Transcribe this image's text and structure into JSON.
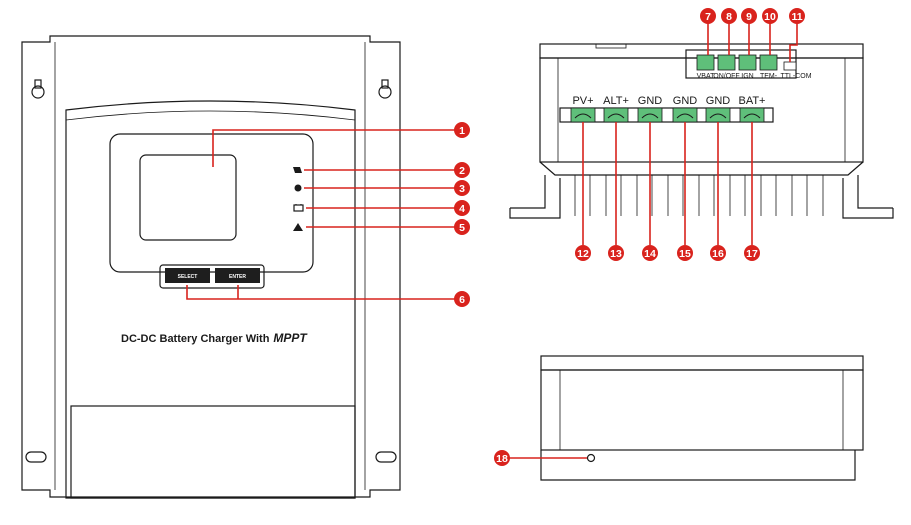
{
  "front_panel": {
    "product_title": "DC-DC Battery Charger With",
    "product_title_brand": "MPPT",
    "buttons": [
      "SELECT",
      "ENTER"
    ]
  },
  "top_ports": [
    "VBAT",
    "ON/OFF",
    "IGN",
    "TEM-",
    "TTL-COM"
  ],
  "terminals": [
    "PV+",
    "ALT+",
    "GND",
    "GND",
    "GND",
    "BAT+"
  ],
  "callouts": [
    "1",
    "2",
    "3",
    "4",
    "5",
    "6",
    "7",
    "8",
    "9",
    "10",
    "11",
    "12",
    "13",
    "14",
    "15",
    "16",
    "17",
    "18"
  ],
  "colors": {
    "callout": "#d9231d",
    "terminal_block": "#5fbf7a",
    "button": "#1e1e1e"
  },
  "indicator_icons": [
    "pv-indicator-icon",
    "charge-indicator-icon",
    "battery-icon",
    "warning-icon"
  ]
}
